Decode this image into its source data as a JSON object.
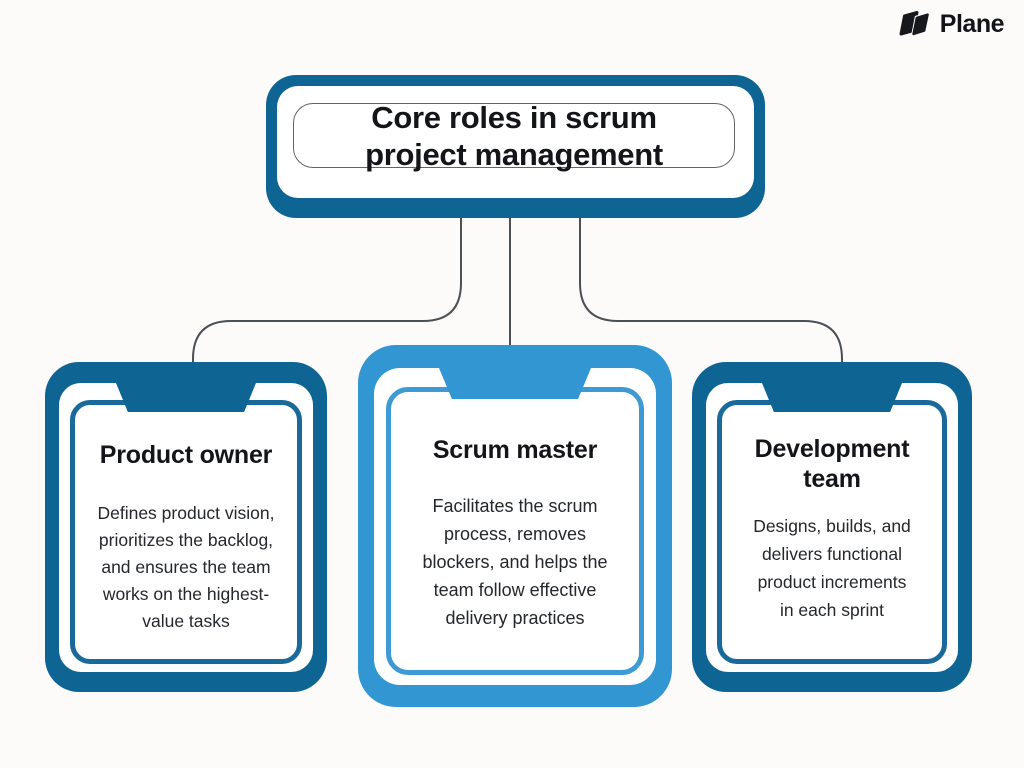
{
  "brand": {
    "name": "Plane",
    "icon": "plane-logo-icon"
  },
  "title_box": {
    "text": "Core roles in scrum\nproject management"
  },
  "cards": [
    {
      "id": "product-owner",
      "title": "Product owner",
      "body": "Defines product vision,\nprioritizes the backlog,\nand ensures the team\nworks on the highest-\nvalue tasks",
      "variant": "dark"
    },
    {
      "id": "scrum-master",
      "title": "Scrum master",
      "body": "Facilitates the scrum\nprocess, removes\nblockers, and helps the\nteam follow effective\ndelivery practices",
      "variant": "light"
    },
    {
      "id": "development-team",
      "title": "Development\nteam",
      "body": "Designs, builds, and\ndelivers functional\nproduct increments\nin each sprint",
      "variant": "dark"
    }
  ],
  "colors": {
    "dark_blue": "#0e6492",
    "dark_blue_border": "#19699a",
    "light_blue": "#3296d2",
    "light_blue_border": "#3d9ad4",
    "connector": "#4a5056",
    "background": "#fcfbfa",
    "title_text": "#141518",
    "body_text": "#24272b",
    "brand_text": "#131418"
  }
}
